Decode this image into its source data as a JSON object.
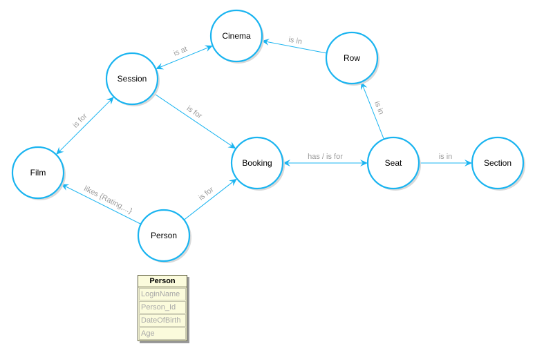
{
  "nodes": [
    {
      "id": "cinema",
      "label": "Cinema"
    },
    {
      "id": "row",
      "label": "Row"
    },
    {
      "id": "session",
      "label": "Session"
    },
    {
      "id": "film",
      "label": "Film"
    },
    {
      "id": "booking",
      "label": "Booking"
    },
    {
      "id": "seat",
      "label": "Seat"
    },
    {
      "id": "section",
      "label": "Section"
    },
    {
      "id": "person",
      "label": "Person"
    }
  ],
  "edges": [
    {
      "id": "session-cinema",
      "from": "session",
      "to": "cinema",
      "label": "is at",
      "arrows": "both"
    },
    {
      "id": "row-cinema",
      "from": "row",
      "to": "cinema",
      "label": "is in",
      "arrows": "end"
    },
    {
      "id": "session-film",
      "from": "session",
      "to": "film",
      "label": "is for",
      "arrows": "both"
    },
    {
      "id": "session-booking",
      "from": "session",
      "to": "booking",
      "label": "is for",
      "arrows": "end"
    },
    {
      "id": "booking-seat",
      "from": "booking",
      "to": "seat",
      "label": "has / is for",
      "arrows": "both"
    },
    {
      "id": "seat-row",
      "from": "seat",
      "to": "row",
      "label": "is in",
      "arrows": "end"
    },
    {
      "id": "seat-section",
      "from": "seat",
      "to": "section",
      "label": "is in",
      "arrows": "end"
    },
    {
      "id": "person-film",
      "from": "person",
      "to": "film",
      "label": "likes {Rating,...}",
      "arrows": "end"
    },
    {
      "id": "person-booking",
      "from": "person",
      "to": "booking",
      "label": "is for",
      "arrows": "end"
    }
  ],
  "entity_table": {
    "title": "Person",
    "attributes": [
      "LoginName",
      "Person_Id",
      "DateOfBirth",
      "Age"
    ]
  },
  "colors": {
    "node_stroke": "#1ab4f0",
    "edge": "#1ab4f0",
    "edge_label": "#9a9a9a",
    "table_bg": "#fbfbdc"
  }
}
